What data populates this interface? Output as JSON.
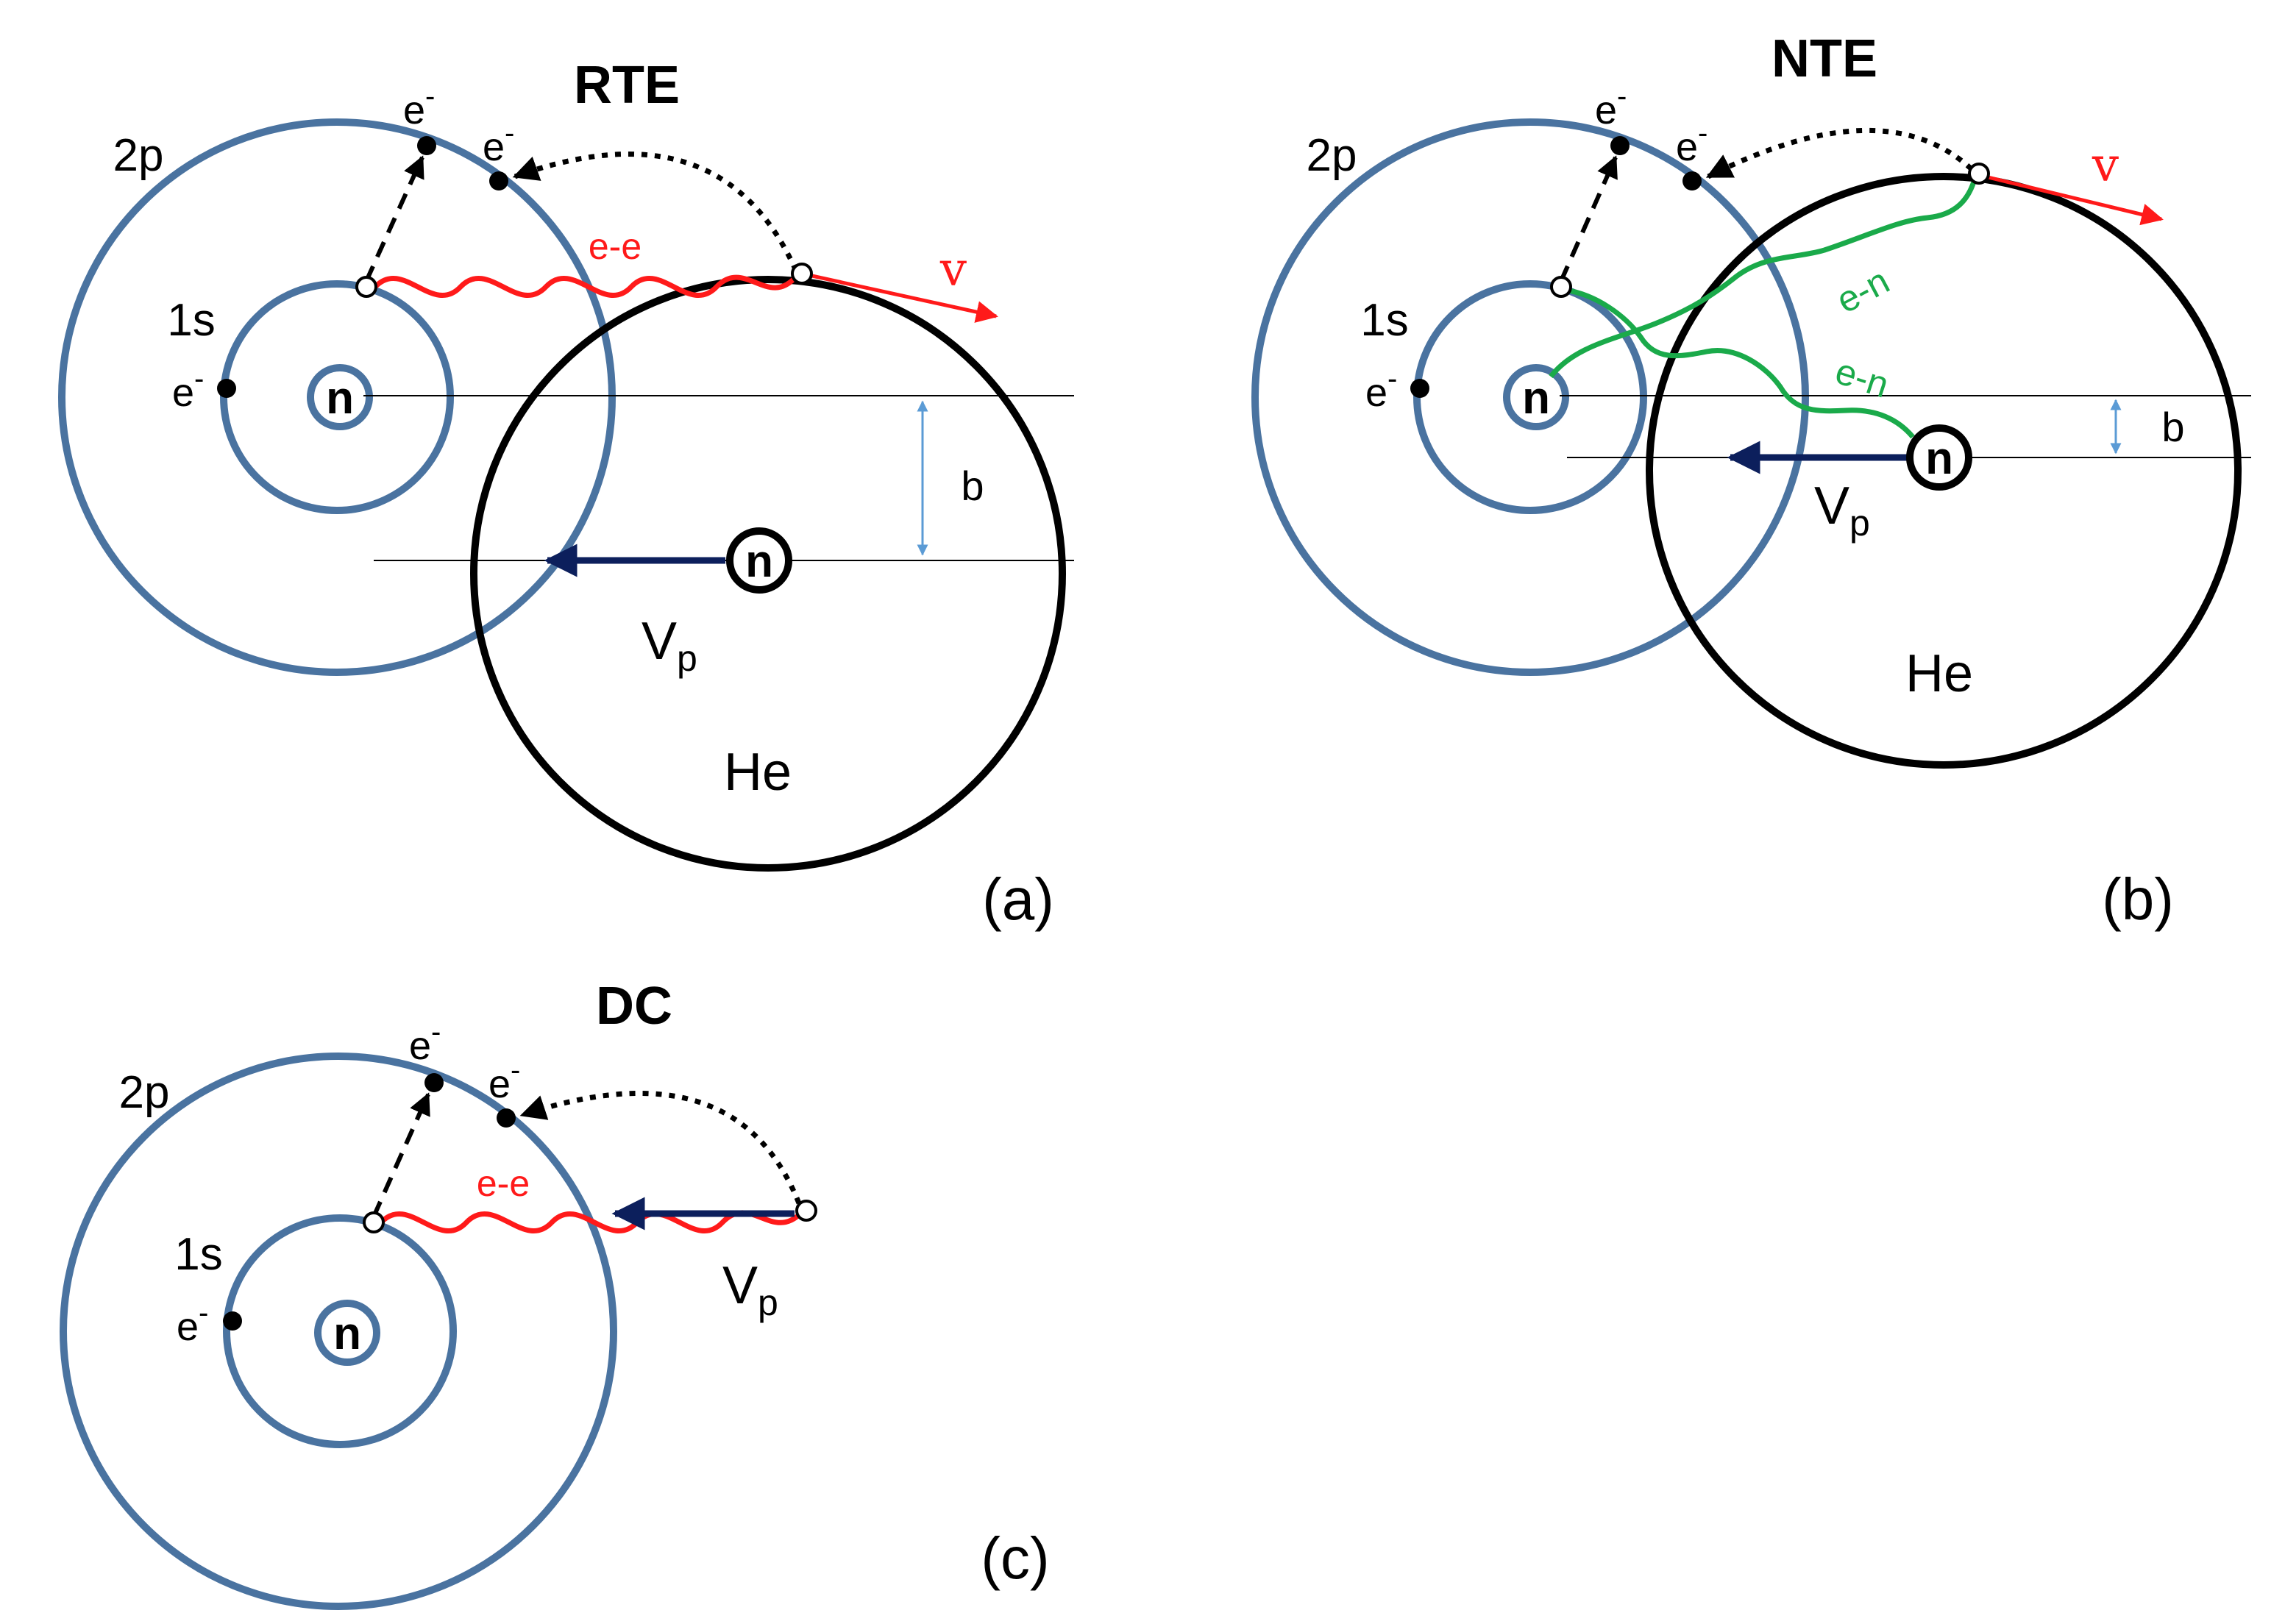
{
  "colors": {
    "orbit": "#4a73a0",
    "target_circle": "#000000",
    "ee_interaction": "#ff1a1a",
    "en_interaction": "#1aaa4a",
    "projectile_arrow": "#0c1f5c",
    "impact_parameter": "#5b9bd5",
    "electron_velocity": "#ff1a1a"
  },
  "panels": {
    "a": {
      "title": "RTE",
      "tag": "(a)",
      "label_2p": "2p",
      "label_1s": "1s",
      "nucleus": "n",
      "electron": "e",
      "charge": "-",
      "projectile_nucleus": "n",
      "ee": "e-e",
      "v": "v",
      "vp": "V",
      "vp_sub": "p",
      "b": "b",
      "he": "He"
    },
    "b": {
      "title": "NTE",
      "tag": "(b)",
      "label_2p": "2p",
      "label_1s": "1s",
      "nucleus": "n",
      "electron": "e",
      "charge": "-",
      "projectile_nucleus": "n",
      "en1": "e-n",
      "en2": "e-n",
      "v": "v",
      "vp": "V",
      "vp_sub": "p",
      "b": "b",
      "he": "He"
    },
    "c": {
      "title": "DC",
      "tag": "(c)",
      "label_2p": "2p",
      "label_1s": "1s",
      "nucleus": "n",
      "electron": "e",
      "charge": "-",
      "ee": "e-e",
      "vp": "V",
      "vp_sub": "p"
    }
  }
}
